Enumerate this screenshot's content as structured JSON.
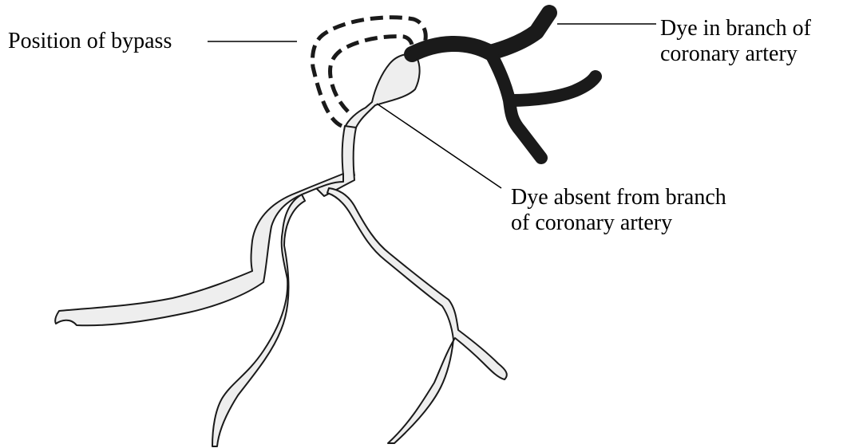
{
  "labels": {
    "bypass": "Position of bypass",
    "dye_in": [
      "Dye in branch of",
      "coronary artery"
    ],
    "dye_absent": [
      "Dye absent from branch",
      "of coronary artery"
    ]
  },
  "colors": {
    "vessel_fill": "#eeeeee",
    "dye": "#1a1a1a",
    "outline": "#1a1a1a"
  }
}
